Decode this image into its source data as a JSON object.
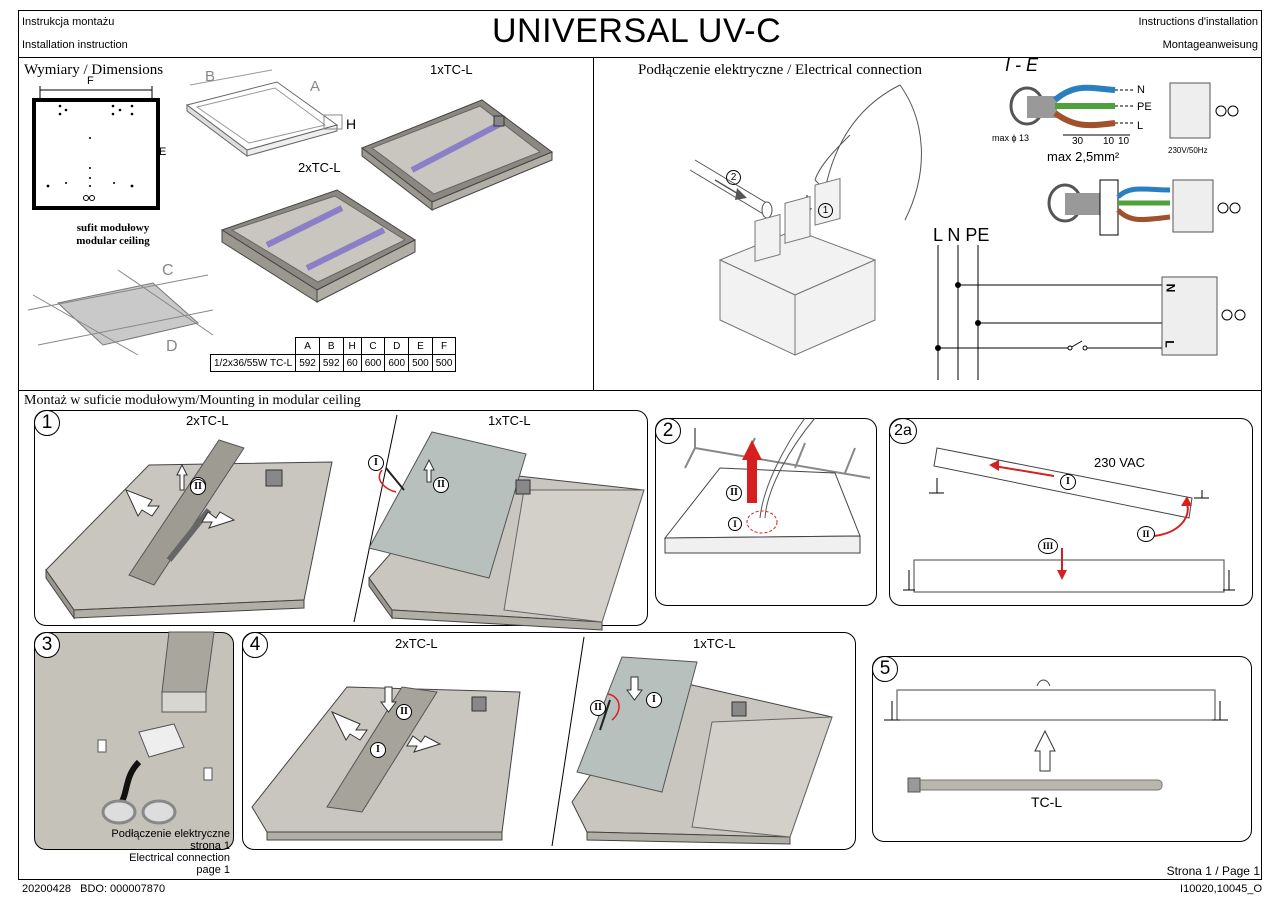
{
  "header": {
    "left_line1": "Instrukcja montażu",
    "left_line2": "Installation instruction",
    "title": "UNIVERSAL UV-C",
    "right_line1": "Instructions d'installation",
    "right_line2": "Montageanweisung"
  },
  "dimensions": {
    "heading": "Wymiary / Dimensions",
    "label_1x": "1xTC-L",
    "label_2x": "2xTC-L",
    "ceiling_line1": "sufit modułowy",
    "ceiling_line2": "modular ceiling",
    "letter_F": "F",
    "letter_E": "E",
    "letter_A": "A",
    "letter_B": "B",
    "letter_H": "H",
    "letter_C": "C",
    "letter_D": "D",
    "table": {
      "headers": [
        "",
        "A",
        "B",
        "H",
        "C",
        "D",
        "E",
        "F"
      ],
      "rows": [
        [
          "1/2x36/55W TC-L",
          "592",
          "592",
          "60",
          "600",
          "600",
          "500",
          "500"
        ]
      ]
    }
  },
  "electrical": {
    "heading": "Podłączenie elektryczne / Electrical connection",
    "ie_label": "I - E",
    "step2": "2",
    "step1": "1",
    "wire_N": "N",
    "wire_PE": "PE",
    "wire_L": "L",
    "max_diam": "max ϕ 13",
    "strip_30": "30",
    "strip_10a": "10",
    "strip_10b": "10",
    "max_section": "max 2,5mm²",
    "voltage": "230V/50Hz",
    "lnpe": "L N PE",
    "term_N": "N",
    "term_L": "L"
  },
  "mounting": {
    "heading": "Montaż w suficie modułowym/Mounting in modular ceiling",
    "step1_num": "1",
    "step1_left": "2xTC-L",
    "step1_right": "1xTC-L",
    "step2_num": "2",
    "step2a_num": "2a",
    "vac": "230 VAC",
    "step3_num": "3",
    "step3_caption1": "Podłączenie elektryczne",
    "step3_caption2": "strona 1",
    "step3_caption3": "Electrical connection",
    "step3_caption4": "page 1",
    "step4_num": "4",
    "step4_left": "2xTC-L",
    "step4_right": "1xTC-L",
    "step5_num": "5",
    "tcl": "TC-L",
    "roman_I": "I",
    "roman_II": "II",
    "roman_III": "III"
  },
  "footer": {
    "page": "Strona 1 / Page 1",
    "left": "20200428   BDO: 000007870",
    "right": "I10020,10045_O"
  },
  "colors": {
    "uv_tube": "#8b7fc8",
    "arrow_red": "#d62020",
    "wire_blue": "#2a7fc0",
    "wire_green": "#4da33a",
    "wire_brown": "#a0522d",
    "housing_grey": "#b9b6ae"
  }
}
